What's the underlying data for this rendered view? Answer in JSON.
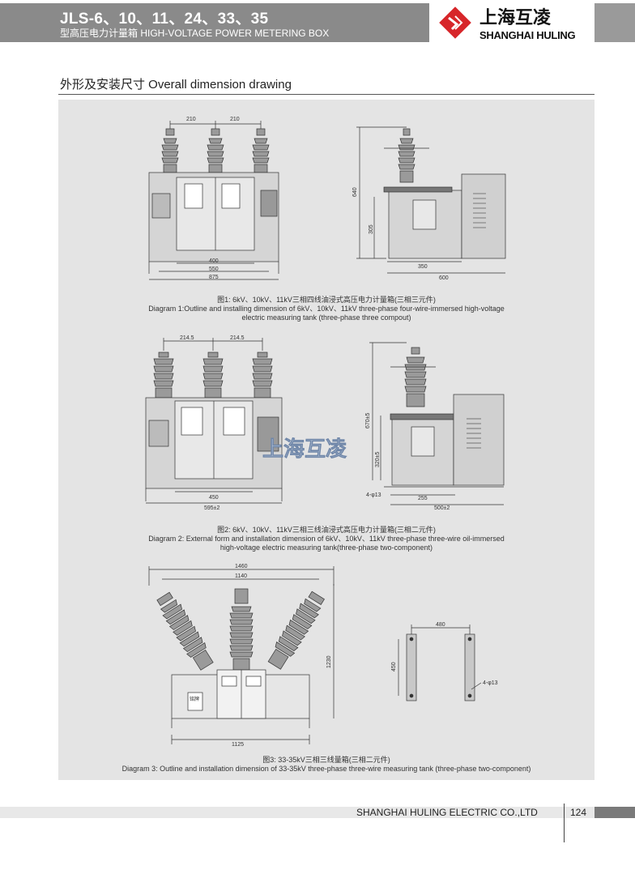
{
  "header": {
    "title": "JLS-6、10、11、24、33、35",
    "subtitle": "型高压电力计量箱 HIGH-VOLTAGE POWER METERING BOX",
    "logo_cn": "上海互凌",
    "logo_en": "SHANGHAI HULING"
  },
  "section_title": "外形及安装尺寸  Overall dimension drawing",
  "diagrams": [
    {
      "caption_cn": "图1: 6kV、10kV、11kV三相四线油浸式高压电力计量箱(三相三元件)",
      "caption_en_1": "Diagram 1:Outline and installing dimension of 6kV、10kV、11kV three-phase four-wire-immersed high-voltage",
      "caption_en_2": "electric measuring tank (three-phase three compout)",
      "dims": {
        "d210a": "210",
        "d210b": "210",
        "d400": "400",
        "d550": "550",
        "d875": "875",
        "d640": "640",
        "d305": "305",
        "d350": "350",
        "d600": "600"
      }
    },
    {
      "caption_cn": "图2: 6kV、10kV、11kV三相三线油浸式高压电力计量箱(三相二元件)",
      "caption_en_1": "Diagram 2: External form and installation dimension of 6kV、10kV、11kV three-phase three-wire oil-immersed",
      "caption_en_2": "high-voltage electric measuring tank(three-phase two-component)",
      "dims": {
        "d2145a": "214.5",
        "d2145b": "214.5",
        "d450": "450",
        "d595": "595±2",
        "d670": "670±5",
        "d320": "320±5",
        "hole": "4-φ13",
        "d255": "255",
        "d500": "500±2"
      },
      "watermark": "上海互凌"
    },
    {
      "caption_cn": "图3: 33-35kV三相三线量箱(三相二元件)",
      "caption_en_1": "Diagram 3: Outline and installation dimension of 33-35kV three-phase three-wire measuring tank (three-phase two-component)",
      "dims": {
        "d1460": "1460",
        "d1140": "1140",
        "d1230": "1230",
        "d1125": "1125",
        "d480": "480",
        "d450": "450",
        "hole": "4-φ13"
      },
      "nameplate": "铭牌"
    }
  ],
  "footer": {
    "company": "SHANGHAI HULING ELECTRIC CO.,LTD",
    "page": "124"
  },
  "colors": {
    "header_gray": "#8a8a8a",
    "panel_bg": "#e4e4e4",
    "logo_red": "#d7262a"
  }
}
